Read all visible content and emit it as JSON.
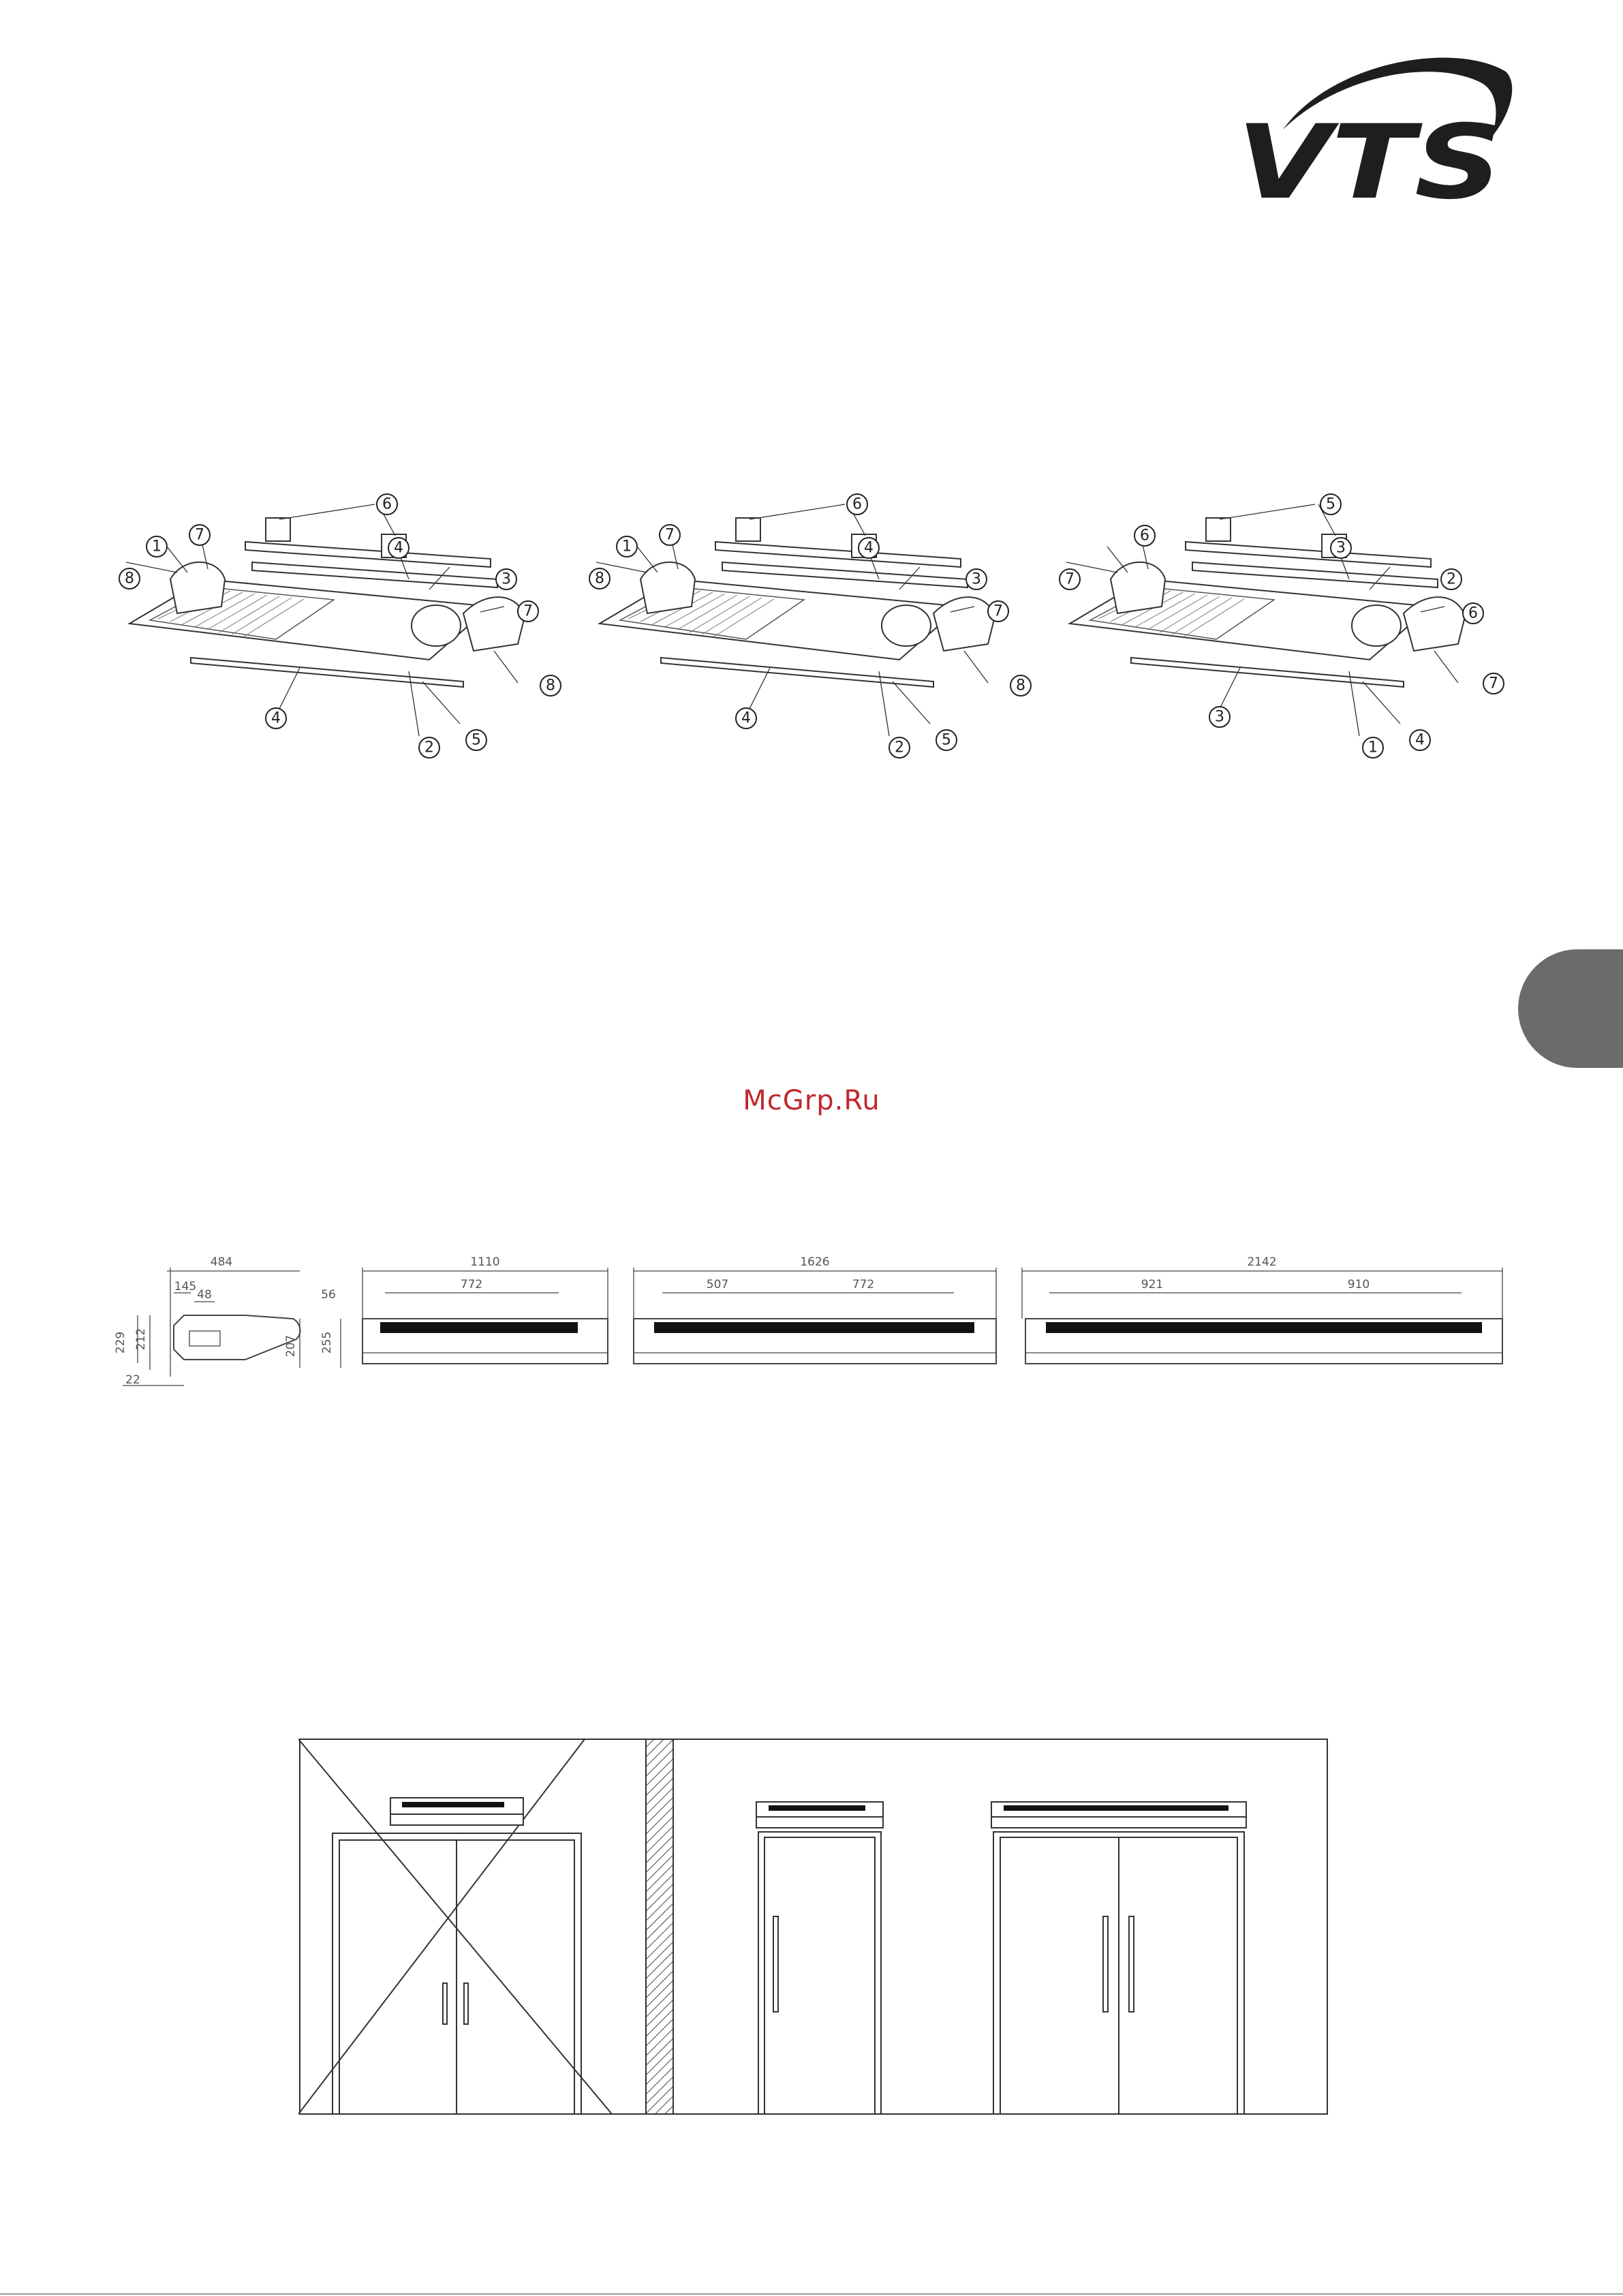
{
  "logo": {
    "text": "VTS"
  },
  "watermark": "McGrp.Ru",
  "exploded_views": [
    {
      "callouts": [
        "1",
        "7",
        "6",
        "4",
        "3",
        "8",
        "7",
        "8",
        "4",
        "2",
        "5"
      ]
    },
    {
      "callouts": [
        "1",
        "7",
        "6",
        "4",
        "3",
        "8",
        "7",
        "8",
        "4",
        "2",
        "5"
      ]
    },
    {
      "callouts": [
        "6",
        "5",
        "3",
        "2",
        "7",
        "6",
        "7",
        "3",
        "1",
        "4"
      ]
    }
  ],
  "dimensions": {
    "side": {
      "width": "484",
      "d1": "145",
      "d2": "48",
      "h1": "229",
      "h2": "212",
      "h3": "207",
      "offset": "22"
    },
    "unit1": {
      "length": "1110",
      "left": "56",
      "h": "255",
      "span": "772"
    },
    "unit2": {
      "length": "1626",
      "span1": "507",
      "span2": "772"
    },
    "unit3": {
      "length": "2142",
      "span1": "921",
      "span2": "910"
    }
  },
  "colors": {
    "watermark": "#c0282d",
    "tab": "#6b6b6b",
    "logo": "#1e1e1e"
  }
}
